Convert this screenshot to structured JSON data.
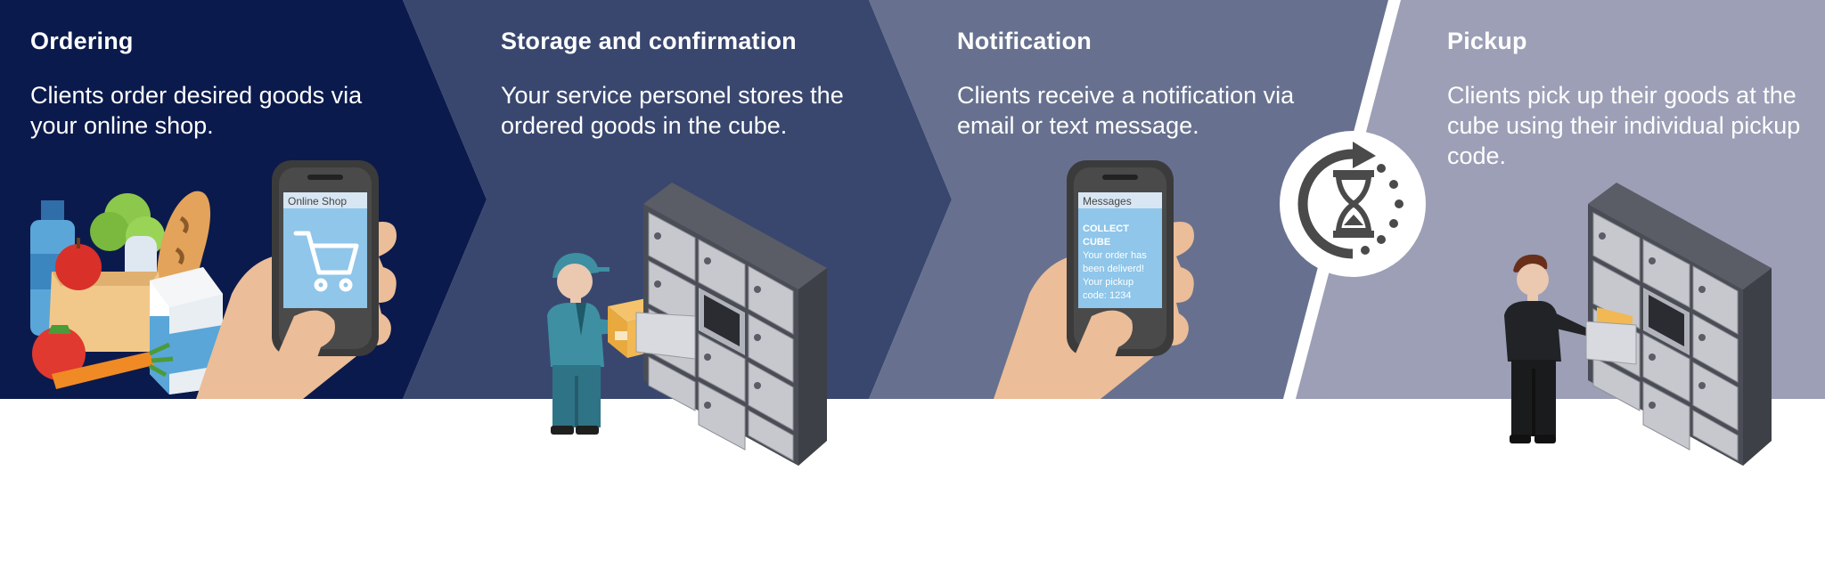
{
  "steps": [
    {
      "title": "Ordering",
      "text": "Clients order desired goods via your online shop."
    },
    {
      "title": "Storage and confirmation",
      "text": "Your service personel stores the ordered goods in the cube."
    },
    {
      "title": "Notification",
      "text": "Clients receive a notification via email or text message."
    },
    {
      "title": "Pickup",
      "text": "Clients pick up their goods at the cube using their individual pickup code."
    }
  ],
  "phone1": {
    "header": "Online Shop"
  },
  "phone2": {
    "header": "Messages",
    "line1": "COLLECT",
    "line2": "CUBE",
    "line3": "Your order has",
    "line4": "been deliverd!",
    "line5": "Your pickup",
    "line6": "code: 1234"
  },
  "colors": {
    "band1": "#0b1a4c",
    "band2": "#39476f",
    "band3": "#67718f",
    "band4": "#9c9fb6",
    "locker": "#4a4d55",
    "door": "#c6c8cd"
  }
}
